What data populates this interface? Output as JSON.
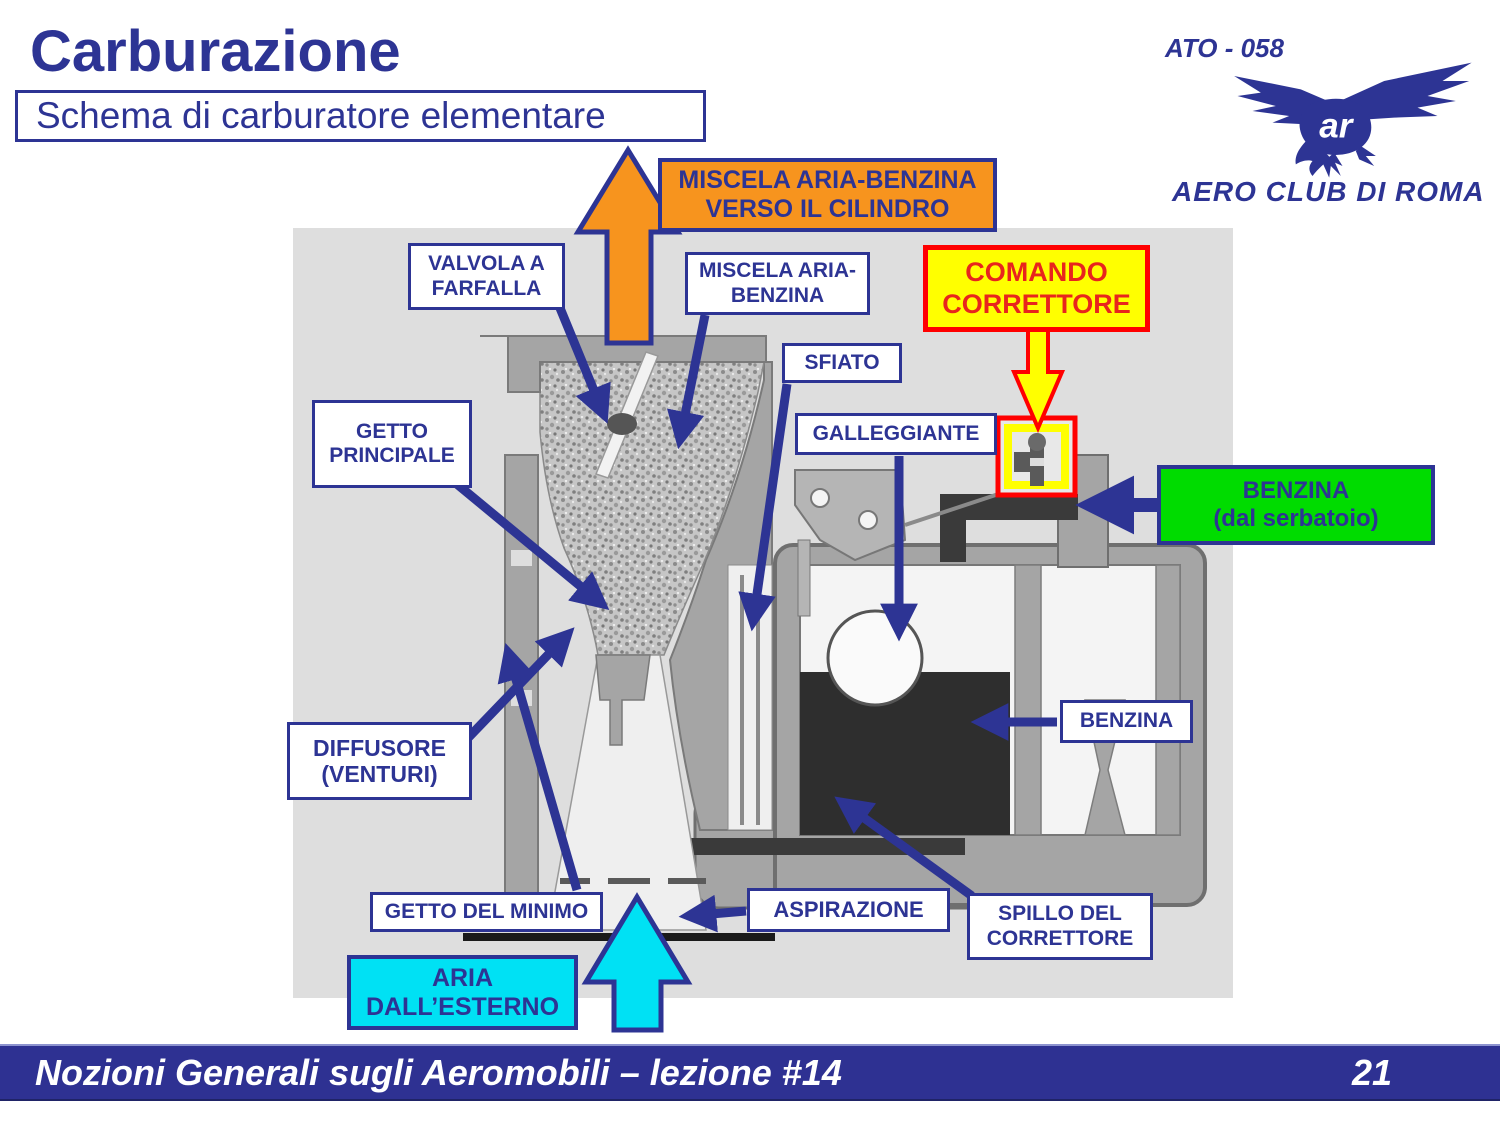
{
  "header": {
    "title": "Carburazione",
    "subtitle": "Schema di carburatore elementare"
  },
  "logo": {
    "code": "ATO - 058",
    "monogram": "ar",
    "club": "AERO CLUB DI ROMA"
  },
  "labels": {
    "flow_to_cylinder": "MISCELA ARIA-BENZINA\nVERSO IL CILINDRO",
    "throttle_valve": "VALVOLA A\nFARFALLA",
    "mixture": "MISCELA ARIA-\nBENZINA",
    "corrector_control": "COMANDO\nCORRETTORE",
    "vent": "SFIATO",
    "float": "GALLEGGIANTE",
    "fuel_from_tank": "BENZINA\n(dal serbatoio)",
    "main_jet": "GETTO\nPRINCIPALE",
    "venturi": "DIFFUSORE\n(VENTURI)",
    "fuel": "BENZINA",
    "idle_jet": "GETTO DEL MINIMO",
    "outside_air": "ARIA\nDALL’ESTERNO",
    "intake": "ASPIRAZIONE",
    "corrector_needle": "SPILLO DEL\nCORRETTORE"
  },
  "footer": {
    "course": "Nozioni Generali sugli Aeromobili – lezione #14",
    "page": "21"
  },
  "colors": {
    "accent_blue": "#2d3494",
    "orange": "#f7941e",
    "yellow": "#ffff00",
    "red": "#ff0000",
    "green": "#00dc00",
    "cyan": "#00e1f4",
    "fuel_dark": "#2e2e2e",
    "diagram_bg": "#dedede"
  }
}
